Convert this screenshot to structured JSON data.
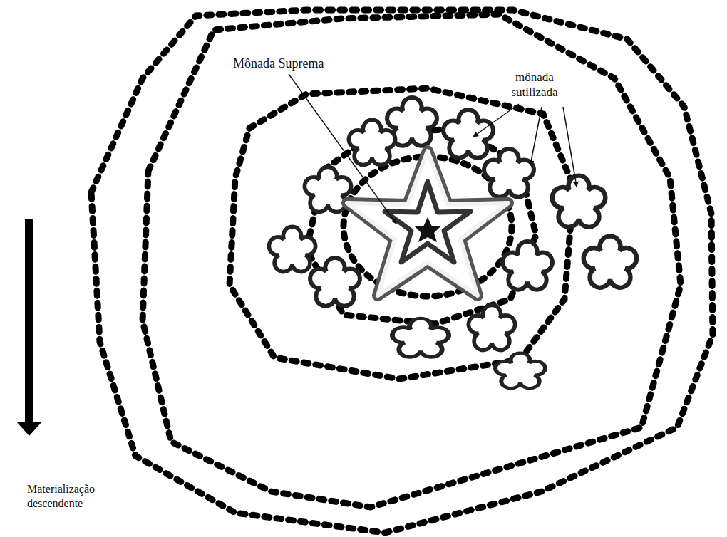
{
  "diagram": {
    "labels": [
      "Mônada Suprema",
      "mônada sutilizada",
      "Materialização descendente"
    ]
  }
}
